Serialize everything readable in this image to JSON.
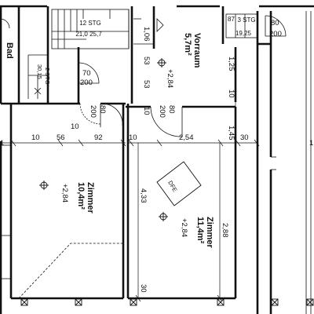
{
  "rooms": {
    "bad": {
      "name": "Bad"
    },
    "vorraum": {
      "name": "Vorraum",
      "area": "5,7m²",
      "height": "+2,84"
    },
    "zimmer_left": {
      "name": "Zimmer",
      "area": "10,4m²",
      "height": "+2,84"
    },
    "zimmer_right": {
      "name": "Zimmer",
      "area": "11,4m²",
      "height": "+2,84"
    }
  },
  "stairs": {
    "main": {
      "steps": "12 STG",
      "rise_run": "21,0 25,7"
    },
    "right": {
      "steps": "3 STG",
      "rise_run": "19,25"
    },
    "small": {
      "steps": "2 STG",
      "rise_run": "30,15"
    }
  },
  "doors": {
    "vorraum_door": {
      "width": "70",
      "height": "200"
    },
    "door_left": {
      "width": "80",
      "height": "200"
    },
    "door_mid": {
      "width": "80",
      "height": "200"
    },
    "door_right_top": {
      "width": "80",
      "height": "200"
    },
    "door_top_small": {
      "width": "87"
    }
  },
  "dimensions": {
    "d_106": "1,06",
    "d_53a": "53",
    "d_53b": "53",
    "d_125": "1,25",
    "d_10_right": "10",
    "d_10_mid": "10",
    "d_10_a": "10",
    "d_10_b": "10",
    "d_10_c": "10",
    "d_56": "56",
    "d_92": "92",
    "d_254": "2,54",
    "d_145": "1,45",
    "d_30_right": "30",
    "d_433": "4,33",
    "d_288": "2,88",
    "d_30_bottom": "30",
    "d_1_left": "1",
    "d_1_right": "1"
  },
  "symbols": {
    "dfe": "DFE"
  }
}
